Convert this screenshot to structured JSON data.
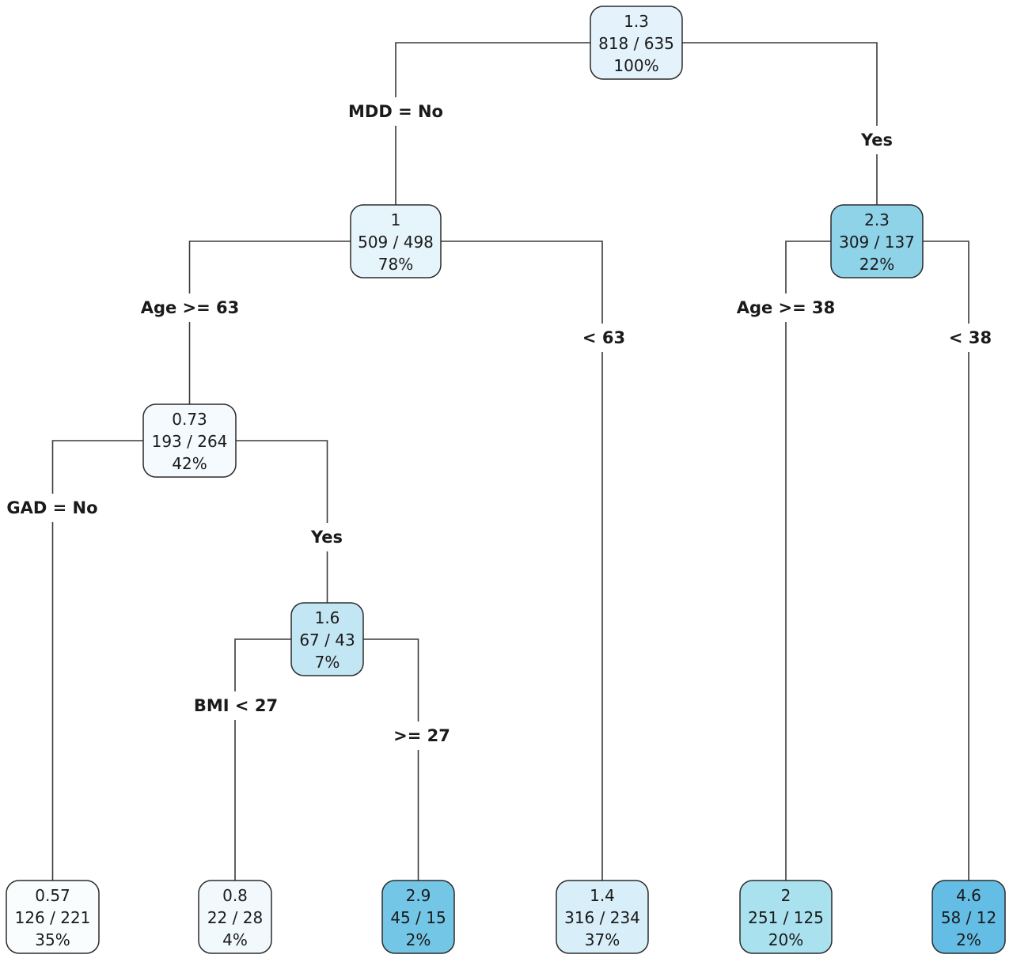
{
  "nodes": [
    {
      "id": "root",
      "value": "1.3",
      "counts": "818 / 635",
      "percent": "100%",
      "fill": "#e3f2fb"
    },
    {
      "id": "n2",
      "value": "1",
      "counts": "509 / 498",
      "percent": "78%",
      "fill": "#e6f4fb"
    },
    {
      "id": "n3",
      "value": "2.3",
      "counts": "309 / 137",
      "percent": "22%",
      "fill": "#8fd3e8"
    },
    {
      "id": "n4",
      "value": "0.73",
      "counts": "193 / 264",
      "percent": "42%",
      "fill": "#f4fafd"
    },
    {
      "id": "n5",
      "value": "1.6",
      "counts": "67 / 43",
      "percent": "7%",
      "fill": "#c2e6f3"
    },
    {
      "id": "leaf1",
      "value": "0.57",
      "counts": "126 / 221",
      "percent": "35%",
      "fill": "#fafdfe"
    },
    {
      "id": "leaf2",
      "value": "0.8",
      "counts": "22 / 28",
      "percent": "4%",
      "fill": "#f2f9fc"
    },
    {
      "id": "leaf3",
      "value": "2.9",
      "counts": "45 / 15",
      "percent": "2%",
      "fill": "#74c6e6"
    },
    {
      "id": "leaf4",
      "value": "1.4",
      "counts": "316 / 234",
      "percent": "37%",
      "fill": "#d8eef8"
    },
    {
      "id": "leaf5",
      "value": "2",
      "counts": "251 / 125",
      "percent": "20%",
      "fill": "#a9e1ee"
    },
    {
      "id": "leaf6",
      "value": "4.6",
      "counts": "58 / 12",
      "percent": "2%",
      "fill": "#64bde5"
    }
  ],
  "splits": [
    {
      "id": "s-root-left",
      "label": "MDD = No"
    },
    {
      "id": "s-root-right",
      "label": "Yes"
    },
    {
      "id": "s-n2-left",
      "label": "Age >= 63"
    },
    {
      "id": "s-n2-right",
      "label": "< 63"
    },
    {
      "id": "s-n3-left",
      "label": "Age >= 38"
    },
    {
      "id": "s-n3-right",
      "label": "< 38"
    },
    {
      "id": "s-n4-left",
      "label": "GAD = No"
    },
    {
      "id": "s-n4-right",
      "label": "Yes"
    },
    {
      "id": "s-n5-left",
      "label": "BMI < 27"
    },
    {
      "id": "s-n5-right",
      "label": ">= 27"
    }
  ]
}
